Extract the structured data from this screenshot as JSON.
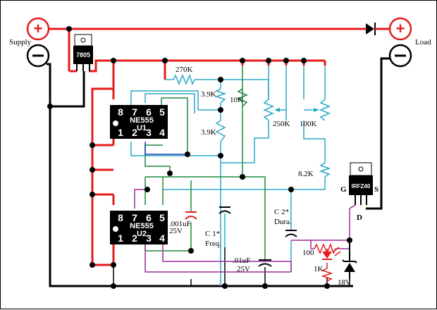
{
  "colors": {
    "red": "#e41b1b",
    "cyan": "#2aa8c8",
    "green": "#1f8a3a",
    "purple": "#9b2a9b",
    "blue": "#1a3fb0",
    "black": "#000000"
  },
  "labels": {
    "supply": "Supply",
    "load": "Load",
    "regulator": "7805",
    "u1_pins_top": [
      "8",
      "7",
      "6",
      "5"
    ],
    "u1_name": "NE555",
    "u1_ref": "U1",
    "u1_pins_bottom": [
      "1",
      "2",
      "3",
      "4"
    ],
    "u2_pins_top": [
      "8",
      "7",
      "6",
      "5"
    ],
    "u2_name": "NE555",
    "u2_ref": "U2",
    "u2_pins_bottom": [
      "1",
      "2",
      "3",
      "4"
    ],
    "r_270k": "270K",
    "r_3_9k_a": "3.9K",
    "r_3_9k_b": "3.9K",
    "r_10k": "10K",
    "r_250k": "250K",
    "r_100k": "100K",
    "r_8_2k": "8.2K",
    "c_001_val": ".001uF",
    "c_001_volt": "25V",
    "c1": "C 1*",
    "c1_desc": "Freq.",
    "c_01_val": ".01uF",
    "c_01_volt": "25V",
    "c2": "C 2*",
    "c2_desc": "Dura.",
    "r_100": "100",
    "r_1k": "1K",
    "zener": "18V",
    "mosfet": "IRFZ40",
    "gate": "G",
    "source": "S",
    "drain": "D"
  }
}
